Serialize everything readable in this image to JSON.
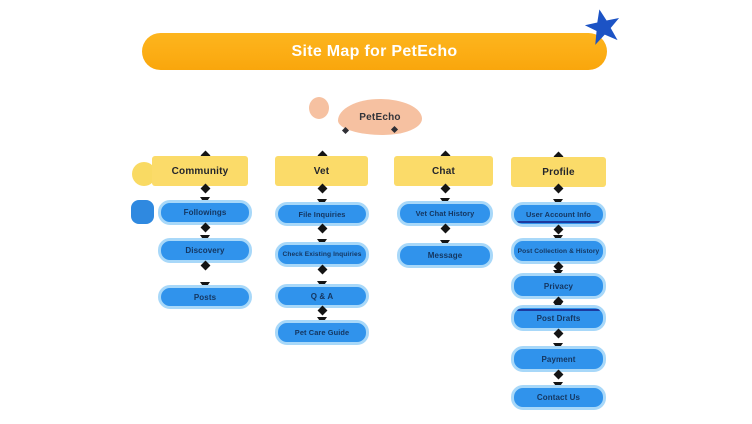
{
  "banner": {
    "title": "Site Map for PetEcho"
  },
  "root": {
    "label": "PetEcho"
  },
  "colors": {
    "banner_orange": "#FBAB12",
    "category_yellow": "#FBDB69",
    "pill_blue": "#3093EC",
    "pill_border_blue": "#A8D8F9",
    "pill_text_navy": "#14355F",
    "root_peach": "#F6C1A1",
    "star_blue": "#1C53C5",
    "connector_black": "#141414",
    "accent_line_navy": "#1D3A9E"
  },
  "decor": {
    "star_icon": "star-icon",
    "peach_circle": "peach-circle",
    "yellow_circle": "yellow-circle",
    "blue_blob": "blue-blob"
  },
  "columns": [
    {
      "label": "Community",
      "items": [
        {
          "label": "Followings"
        },
        {
          "label": "Discovery"
        },
        {
          "label": "Posts"
        }
      ]
    },
    {
      "label": "Vet",
      "items": [
        {
          "label": "File Inquiries"
        },
        {
          "label": "Check Existing Inquiries"
        },
        {
          "label": "Q & A"
        },
        {
          "label": "Pet Care Guide"
        }
      ]
    },
    {
      "label": "Chat",
      "items": [
        {
          "label": "Vet Chat History"
        },
        {
          "label": "Message"
        }
      ]
    },
    {
      "label": "Profile",
      "items": [
        {
          "label": "User Account Info"
        },
        {
          "label": "Post Collection & History"
        },
        {
          "label": "Privacy"
        },
        {
          "label": "Post Drafts"
        },
        {
          "label": "Payment"
        },
        {
          "label": "Contact Us"
        }
      ]
    }
  ]
}
